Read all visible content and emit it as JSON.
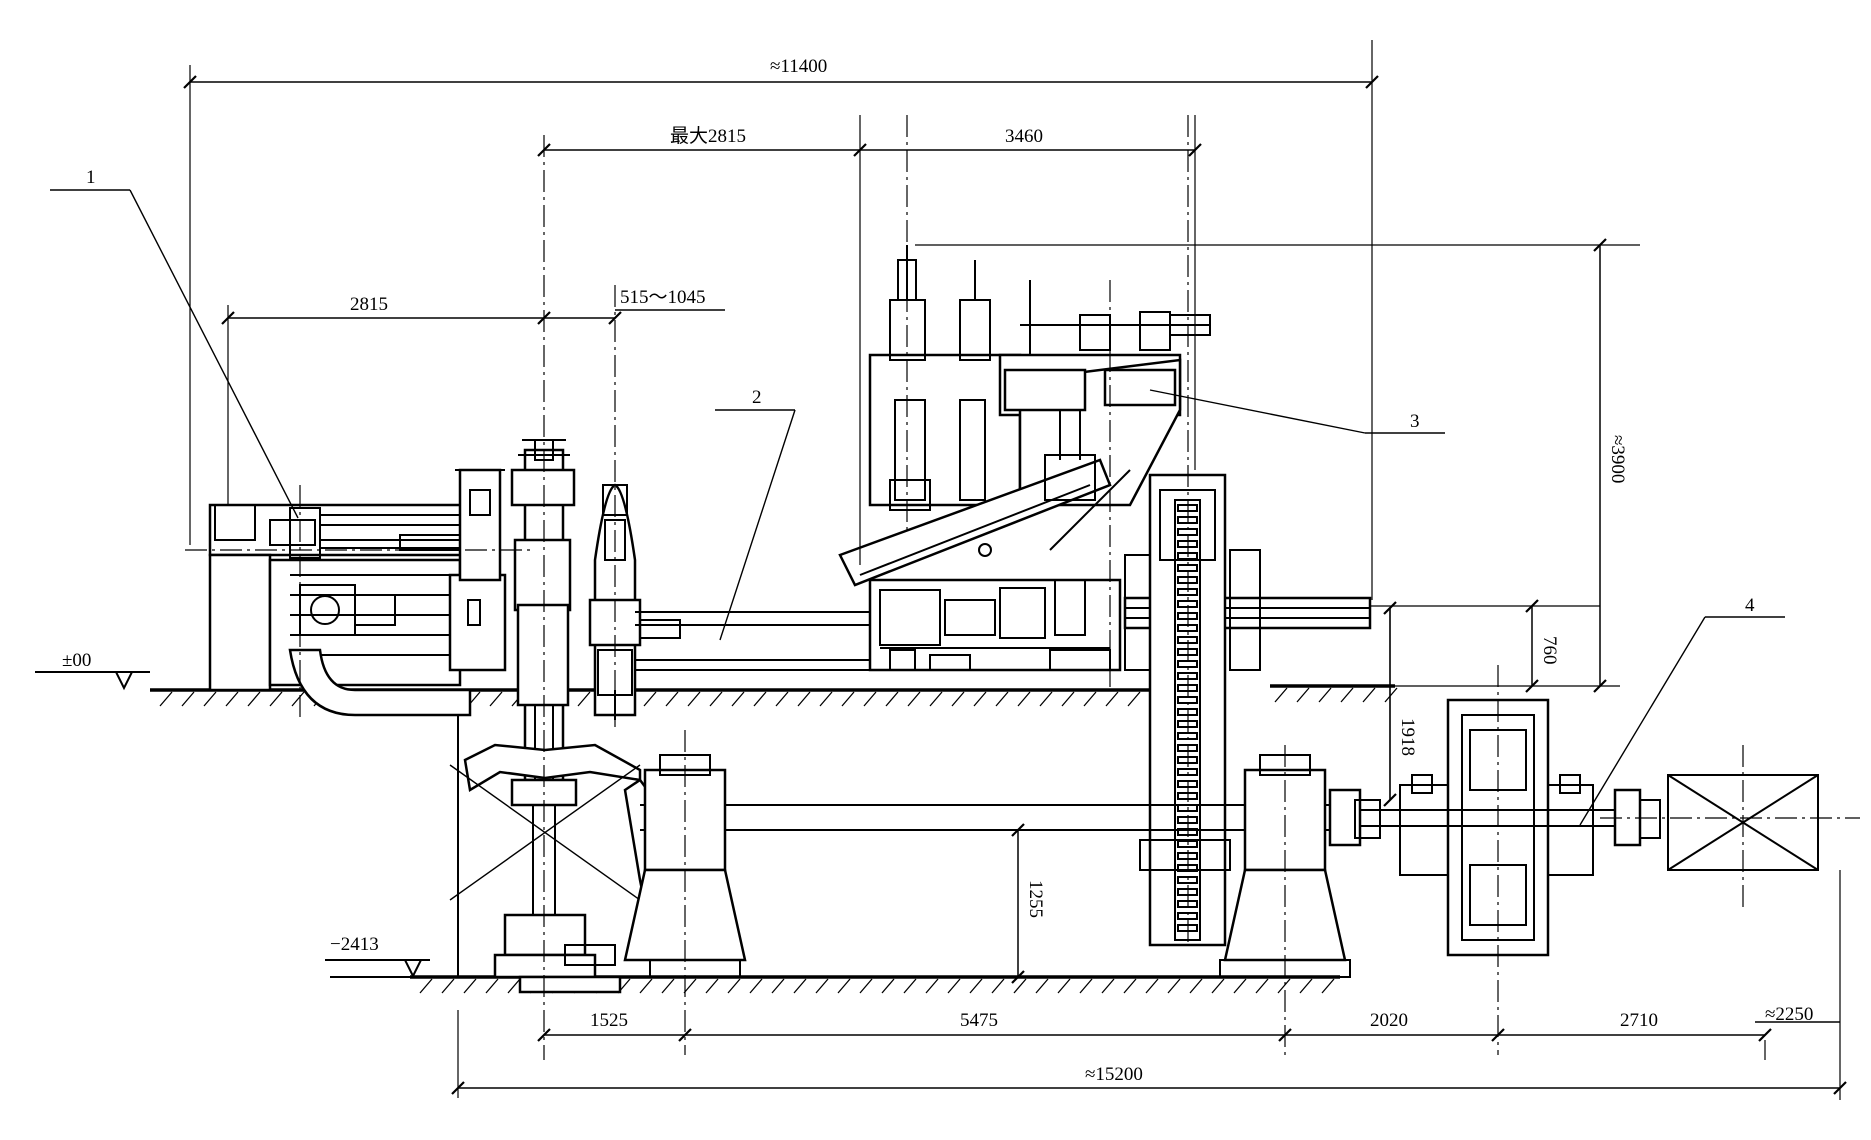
{
  "dimensions": {
    "overall_top": "≈11400",
    "max_stroke": "最大2815",
    "d3460": "3460",
    "d2815": "2815",
    "stroke_range": "515～1045",
    "height_total": "≈3900",
    "h760": "760",
    "h1918": "1918",
    "h1255": "1255",
    "b1525": "1525",
    "b5475": "5475",
    "b2020": "2020",
    "b2710": "2710",
    "b2250": "≈2250",
    "overall_bottom": "≈15200"
  },
  "levels": {
    "upper": "±00",
    "lower": "−2413"
  },
  "callouts": {
    "c1": "1",
    "c2": "2",
    "c3": "3",
    "c4": "4"
  }
}
